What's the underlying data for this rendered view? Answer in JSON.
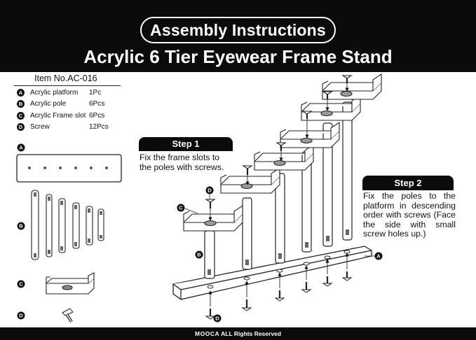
{
  "header": {
    "title": "Assembly Instructions",
    "subtitle": "Acrylic 6 Tier Eyewear Frame Stand"
  },
  "item": {
    "number_label": "Item No.AC-016"
  },
  "parts": [
    {
      "letter": "A",
      "name": "Acrylic platform",
      "qty": "1Pc"
    },
    {
      "letter": "B",
      "name": "Acrylic pole",
      "qty": "6Pcs"
    },
    {
      "letter": "C",
      "name": "Acrylic Frame slot",
      "qty": "6Pcs"
    },
    {
      "letter": "D",
      "name": "Screw",
      "qty": "12Pcs"
    }
  ],
  "diagram_labels": {
    "a": "A",
    "b": "B",
    "c": "C",
    "d": "D"
  },
  "steps": [
    {
      "label": "Step 1",
      "text": "Fix the frame slots to the poles with screws."
    },
    {
      "label": "Step 2",
      "text": "Fix the poles to the platform in descending order with screws (Face the side with small screw holes up.)"
    }
  ],
  "footer": {
    "brand": "MOOCA",
    "text": "ALL Rights Reserved"
  }
}
